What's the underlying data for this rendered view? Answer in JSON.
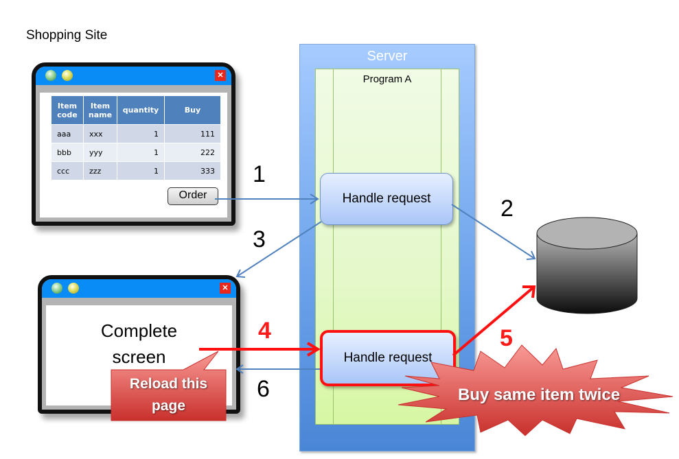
{
  "site_title": "Shopping Site",
  "order_window": {
    "table": {
      "headers": [
        "Item\ncode",
        "Item\nname",
        "quantity",
        "Buy"
      ],
      "header_lines": [
        [
          "Item",
          "code"
        ],
        [
          "Item",
          "name"
        ],
        [
          "quantity"
        ],
        [
          "Buy"
        ]
      ],
      "rows": [
        [
          "aaa",
          "xxx",
          "1",
          "111"
        ],
        [
          "bbb",
          "yyy",
          "1",
          "222"
        ],
        [
          "ccc",
          "zzz",
          "1",
          "333"
        ]
      ]
    },
    "order_button": "Order",
    "close_glyph": "✕"
  },
  "complete_window": {
    "line1": "Complete",
    "line2": "screen",
    "close_glyph": "✕"
  },
  "server": {
    "title": "Server",
    "program_title": "Program A",
    "handle_request_1": "Handle request",
    "handle_request_2": "Handle request"
  },
  "steps": {
    "s1": "1",
    "s2": "2",
    "s3": "3",
    "s4": "4",
    "s5": "5",
    "s6": "6"
  },
  "callouts": {
    "reload_line1": "Reload this",
    "reload_line2": "page",
    "twice": "Buy same item twice"
  },
  "colors": {
    "arrow_blue": "#4f81bd",
    "arrow_red": "#ff1010",
    "table_header": "#4f81bd",
    "callout_red": "#d9534f"
  }
}
